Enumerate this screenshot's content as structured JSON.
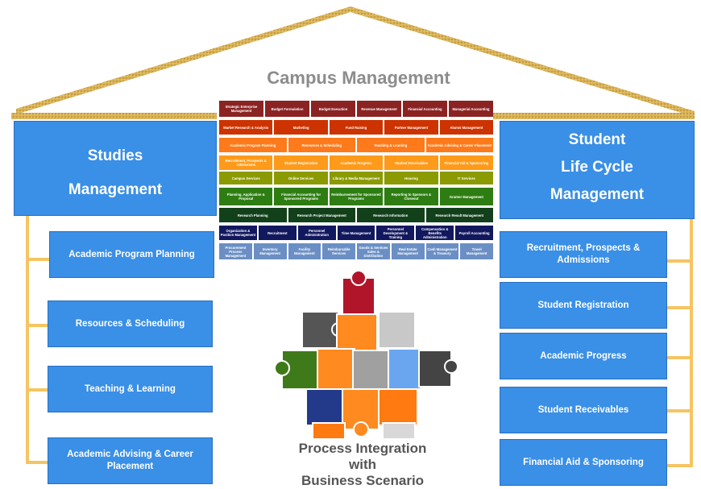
{
  "title": "Campus Management",
  "left": {
    "heading_line1": "Studies",
    "heading_line2": "Management",
    "items": [
      "Academic Program Planning",
      "Resources & Scheduling",
      "Teaching & Learning",
      "Academic Advising & Career Placement"
    ]
  },
  "right": {
    "heading_line1": "Student",
    "heading_line2": "Life Cycle",
    "heading_line3": "Management",
    "items": [
      "Recruitment, Prospects & Admissions",
      "Student Registration",
      "Academic Progress",
      "Student Receivables",
      "Financial Aid & Sponsoring"
    ]
  },
  "grid": {
    "rows": [
      {
        "color": "#8b2323",
        "cells": [
          "Strategic Enterprise Management",
          "Budget Formulation",
          "Budget Execution",
          "Revenue Management",
          "Financial Accounting",
          "Managerial Accounting"
        ]
      },
      {
        "color": "#cc3300",
        "cells": [
          "Market Research & Analysis",
          "Marketing",
          "Fund Raising",
          "Partner Management",
          "Alumni Management"
        ]
      },
      {
        "color": "#ff7a1a",
        "cells": [
          "Academic Program Planning",
          "Resources & Scheduling",
          "Teaching & Learning",
          "Academic Advising & Career Placement"
        ]
      },
      {
        "color": "#ff9a1a",
        "cells": [
          "Recruitment, Prospects & Admissions",
          "Student Registration",
          "Academic Progress",
          "Student Receivables",
          "Financial Aid & Sponsoring"
        ]
      },
      {
        "color": "#8a9a00",
        "cells": [
          "Campus Services",
          "Online Services",
          "Library & Media Management",
          "Housing",
          "IT Services"
        ]
      },
      {
        "color": "#2e7d12",
        "cells": [
          "Planning, Application & Proposal",
          "Financial Accounting for Sponsored Programs",
          "Reimbursement for Sponsored Programs",
          "Reporting to Sponsors & Closeout",
          "Grantor Management"
        ]
      },
      {
        "color": "#12401a",
        "cells": [
          "Research Planning",
          "Research Project Management",
          "Research Information",
          "Research Result Management"
        ]
      },
      {
        "color": "#12185e",
        "cells": [
          "Organization & Position Management",
          "Recruitment",
          "Personnel Administration",
          "Time Management",
          "Personnel Development & Training",
          "Compensation & Benefits Administration",
          "Payroll Accounting"
        ]
      },
      {
        "color": "#6b8fc5",
        "cells": [
          "Procurement Process Management",
          "Inventory Management",
          "Facility Management",
          "Reimbursable Services",
          "Goods & Services Sales & Distribution",
          "Real Estate Management",
          "Cash Management & Treasury",
          "Travel Management"
        ]
      }
    ]
  },
  "caption": {
    "line1": "Process Integration",
    "line2": "with",
    "line3": "Business Scenario"
  },
  "colors": {
    "pillar_blue": "#3a8fe6",
    "connector": "#f6c462",
    "roof": "#d9b45a"
  }
}
